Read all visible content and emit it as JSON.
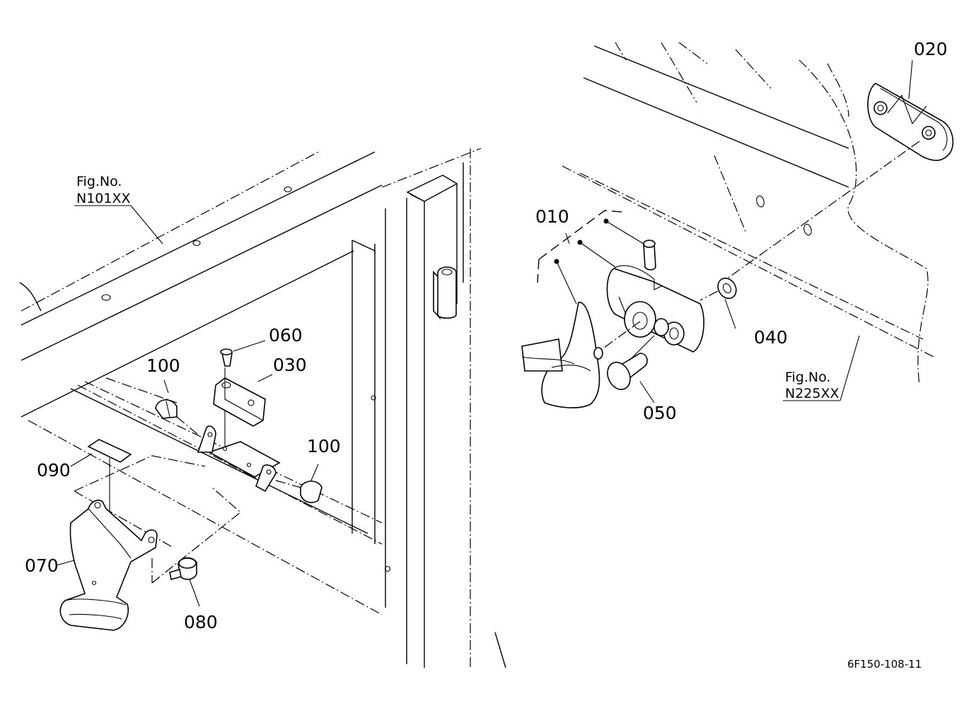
{
  "diagram_code": "6F150-108-11",
  "fig_refs": [
    {
      "line1": "Fig.No.",
      "line2": "N101XX"
    },
    {
      "line1": "Fig.No.",
      "line2": "N225XX"
    }
  ],
  "part_labels": {
    "p010": "010",
    "p020": "020",
    "p030": "030",
    "p040": "040",
    "p050": "050",
    "p060": "060",
    "p070": "070",
    "p080": "080",
    "p090": "090",
    "p100a": "100",
    "p100b": "100"
  }
}
